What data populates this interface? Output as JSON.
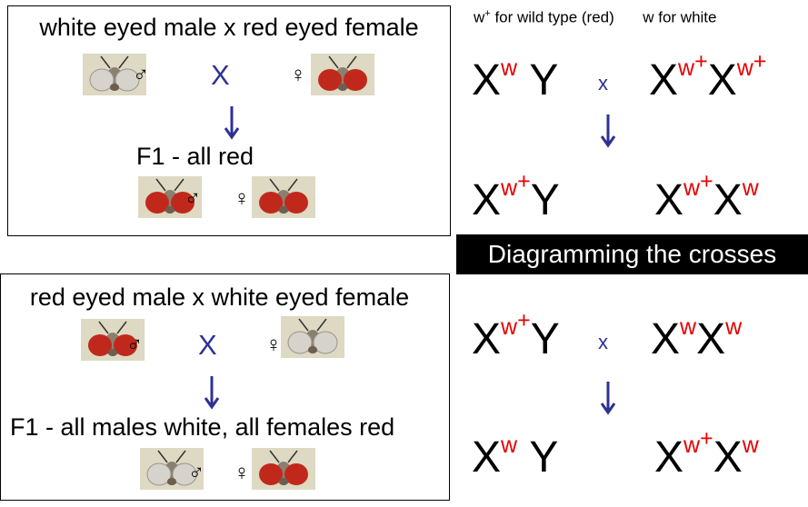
{
  "legend": {
    "wt_base": "w",
    "wt_sup": "+",
    "wt_text": " for wild type (red)",
    "white_text": "w for white"
  },
  "banner": "Diagramming the crosses",
  "cross1": {
    "title": "white eyed male x red eyed female",
    "x": "X",
    "result": "F1 - all red",
    "male_symbol": "♂",
    "female_symbol": "♀"
  },
  "cross2": {
    "title": "red eyed male x white eyed female",
    "x": "X",
    "result": "F1 - all males white, all females red",
    "male_symbol": "♂",
    "female_symbol": "♀"
  },
  "genotypes": {
    "X": "X",
    "Y": "Y",
    "w": "w",
    "plus": "+",
    "cross_x": "x"
  },
  "colors": {
    "allele": "#e60000",
    "arrow": "#2e3192",
    "red_eye": "#c1281c",
    "white_eye": "#d6d3cc",
    "fly_bg": "#ddd9c3"
  }
}
